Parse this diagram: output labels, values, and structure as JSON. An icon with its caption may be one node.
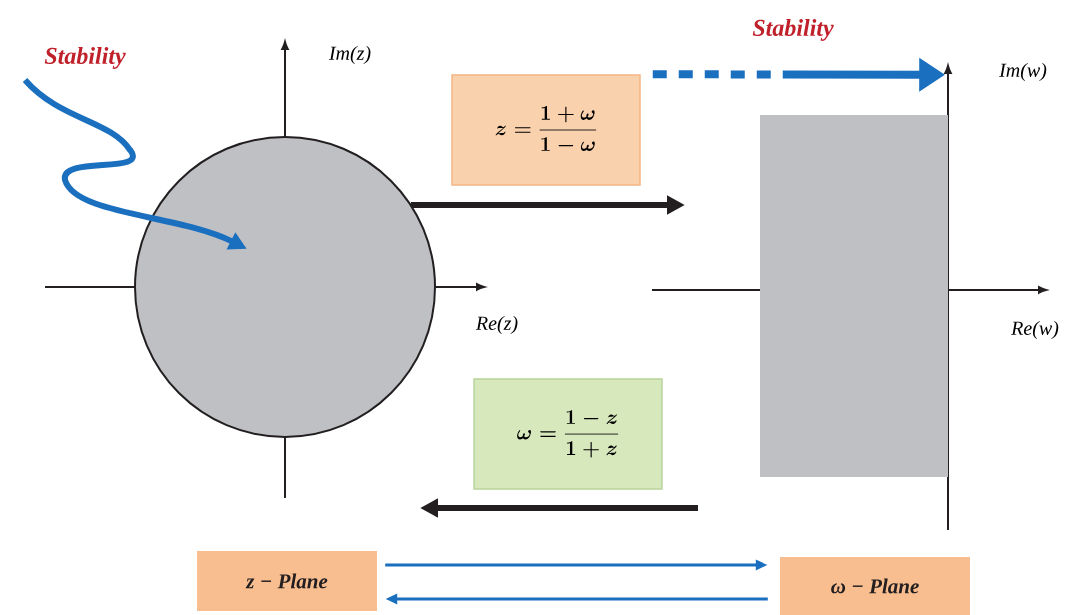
{
  "diagram": {
    "nodes": [
      {
        "text": [
          "Stability"
        ]
      },
      {
        "text": [],
        "shape": "circle"
      },
      {
        "text": [
          "z=\\frac{1+\\omega}{1-\\omega}"
        ]
      },
      {
        "text": [],
        "shape": "box"
      },
      {
        "text": [
          "\\omega=\\frac{1-z}{1+z}"
        ]
      },
      {
        "text": [
          "z − Plane"
        ]
      },
      {
        "text": [
          "ω − Plane"
        ]
      }
    ],
    "edges": [
      {
        "from": 0,
        "to": 1,
        "arrow": "to",
        "color": "#1a6fbf"
      },
      {
        "from": 2,
        "to": 3,
        "arrow": "to",
        "label": "Stability",
        "style": "dashed",
        "color": "#1a6fbf"
      },
      {
        "from": 1,
        "to": null,
        "arrow": "to",
        "color": "#231f20"
      },
      {
        "from": 5,
        "to": 6,
        "arrow": "to",
        "color": "#1a6fbf"
      },
      {
        "from": 6,
        "to": 5,
        "arrow": "to",
        "color": "#1a6fbf"
      }
    ],
    "labels": [
      "Im(z)",
      "Re(z)",
      "Im(w)",
      "Re(w)"
    ]
  }
}
